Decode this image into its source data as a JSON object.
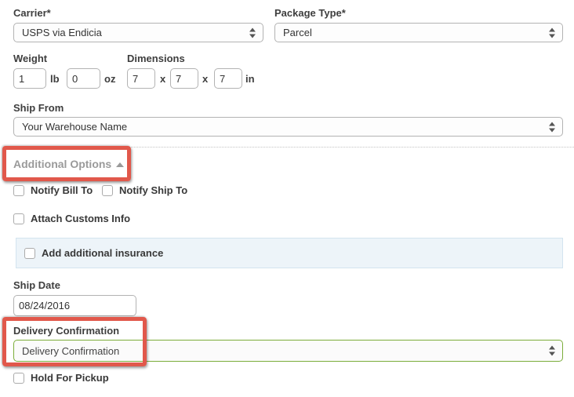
{
  "form": {
    "carrier": {
      "label": "Carrier*",
      "value": "USPS via Endicia"
    },
    "package_type": {
      "label": "Package Type*",
      "value": "Parcel"
    },
    "weight": {
      "label": "Weight",
      "lb_value": "1",
      "lb_unit": "lb",
      "oz_value": "0",
      "oz_unit": "oz"
    },
    "dimensions": {
      "label": "Dimensions",
      "length": "7",
      "width": "7",
      "height": "7",
      "separator": "x",
      "unit": "in"
    },
    "ship_from": {
      "label": "Ship From",
      "value": "Your Warehouse Name"
    },
    "additional_options": {
      "label": "Additional Options"
    },
    "checkboxes": {
      "notify_bill_to": "Notify Bill To",
      "notify_ship_to": "Notify Ship To",
      "attach_customs_info": "Attach Customs Info",
      "add_additional_insurance": "Add additional insurance",
      "hold_for_pickup": "Hold For Pickup"
    },
    "ship_date": {
      "label": "Ship Date",
      "value": "08/24/2016"
    },
    "delivery_confirmation": {
      "label": "Delivery Confirmation",
      "value": "Delivery Confirmation"
    }
  },
  "colors": {
    "annotation_red": "#e1584b",
    "focus_green_border": "#7bad3a",
    "insurance_bar_bg": "#edf4f9",
    "insurance_bar_border": "#d3e4ef",
    "muted_toggle_text": "#9a9a9a"
  }
}
